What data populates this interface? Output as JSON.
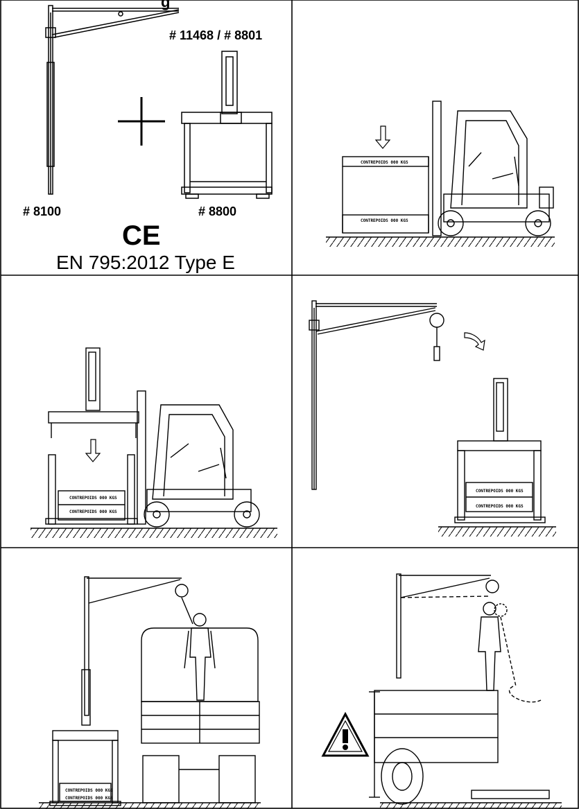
{
  "header": {
    "title_fragment": "g"
  },
  "panel1": {
    "code_top": "# 11468 / # 8801",
    "code_davit": "# 8100",
    "code_base": "# 8800",
    "ce_mark": "CE",
    "standard": "EN 795:2012 Type E"
  },
  "stamps": {
    "counterweight": "CONTREPOIDS 000 KGS"
  },
  "colors": {
    "line": "#000000",
    "background": "#ffffff"
  }
}
